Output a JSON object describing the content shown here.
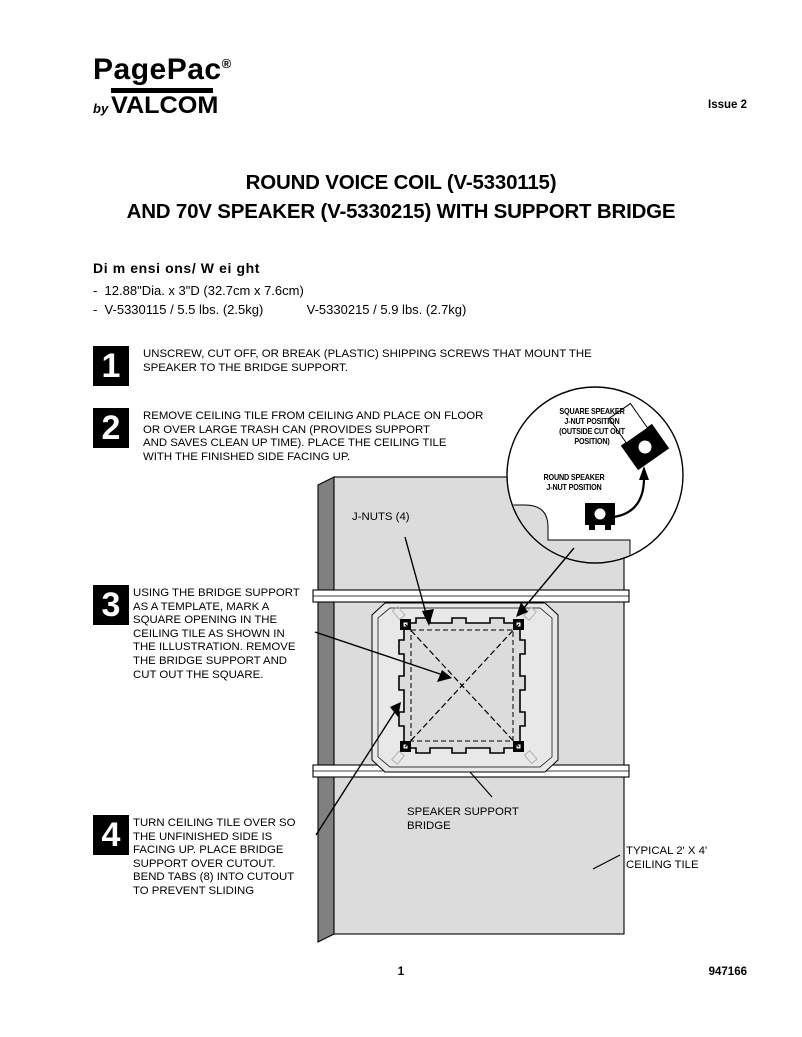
{
  "header": {
    "logo_main": "PagePac",
    "logo_reg": "®",
    "logo_by": "by",
    "logo_brand": "VALCOM",
    "issue": "Issue 2"
  },
  "title": {
    "line1": "ROUND VOICE COIL (V-5330115)",
    "line2": "AND 70V SPEAKER (V-5330215) WITH SUPPORT BRIDGE"
  },
  "dimensions": {
    "heading": "Di m ensi ons/ W ei ght",
    "line1": "-  12.88\"Dia. x 3\"D (32.7cm x 7.6cm)",
    "line2": "-  V-5330115 / 5.5 lbs. (2.5kg)            V-5330215 / 5.9 lbs. (2.7kg)"
  },
  "steps": [
    {
      "number": "1",
      "text": "UNSCREW, CUT OFF,  OR  BREAK (PLASTIC) SHIPPING SCREWS THAT MOUNT THE\nSPEAKER TO THE BRIDGE SUPPORT."
    },
    {
      "number": "2",
      "text": "REMOVE CEILING TILE FROM CEILING AND PLACE ON FLOOR\nOR OVER LARGE TRASH CAN (PROVIDES SUPPORT\nAND SAVES CLEAN UP TIME). PLACE THE CEILING TILE\nWITH THE FINISHED SIDE FACING UP."
    },
    {
      "number": "3",
      "text": "USING THE BRIDGE SUPPORT\nAS A TEMPLATE, MARK A\nSQUARE OPENING IN THE\nCEILING TILE AS SHOWN IN\nTHE ILLUSTRATION. REMOVE\nTHE BRIDGE SUPPORT AND\nCUT OUT THE SQUARE."
    },
    {
      "number": "4",
      "text": "TURN CEILING TILE OVER SO\nTHE UNFINISHED SIDE IS\nFACING UP.  PLACE BRIDGE\nSUPPORT OVER CUTOUT.\nBEND TABS (8) INTO CUTOUT\nTO PREVENT SLIDING"
    }
  ],
  "illustration": {
    "label_jnuts": "J-NUTS (4)",
    "label_bridge": "SPEAKER SUPPORT\nBRIDGE",
    "label_tile": "TYPICAL 2' X 4'\nCEILING TILE",
    "callout_square": "SQUARE SPEAKER\nJ-NUT POSITION\n(OUTSIDE CUT OUT\nPOSITION)",
    "callout_round": "ROUND SPEAKER\nJ-NUT POSITION",
    "colors": {
      "tile_face": "#dcdcdc",
      "tile_edge": "#808080",
      "line": "#000000",
      "rail": "#ffffff"
    }
  },
  "footer": {
    "page": "1",
    "code": "947166"
  }
}
